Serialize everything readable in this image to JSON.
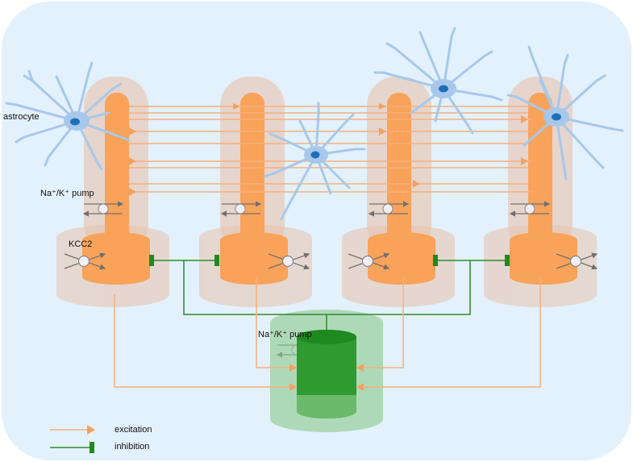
{
  "labels": {
    "astrocyte": "astrocyte",
    "pump_label": "Na⁺/K⁺ pump",
    "kcc2": "KCC2",
    "interneuron_pump": "Na⁺/K⁺ pump"
  },
  "legend": {
    "excitation": "excitation",
    "inhibition": "inhibition"
  },
  "colors": {
    "background": "#e3f1fc",
    "excitatory_cell": "#f9a25a",
    "excitatory_halo": "#e8c3ac",
    "excitatory_line": "#f7b07c",
    "inhibitory_cell": "#2f9a2f",
    "inhibitory_halo": "#8ac98a",
    "inhibitory_line": "#2e8b2e",
    "astrocyte": "#a7c8eb",
    "astrocyte_nucleus": "#1f6fb7",
    "pump": "#f2eef6",
    "arrow": "#707070"
  },
  "icons": [
    "astrocyte-cell-icon",
    "pump-icon",
    "cotransporter-icon",
    "synapse-terminal-icon"
  ]
}
